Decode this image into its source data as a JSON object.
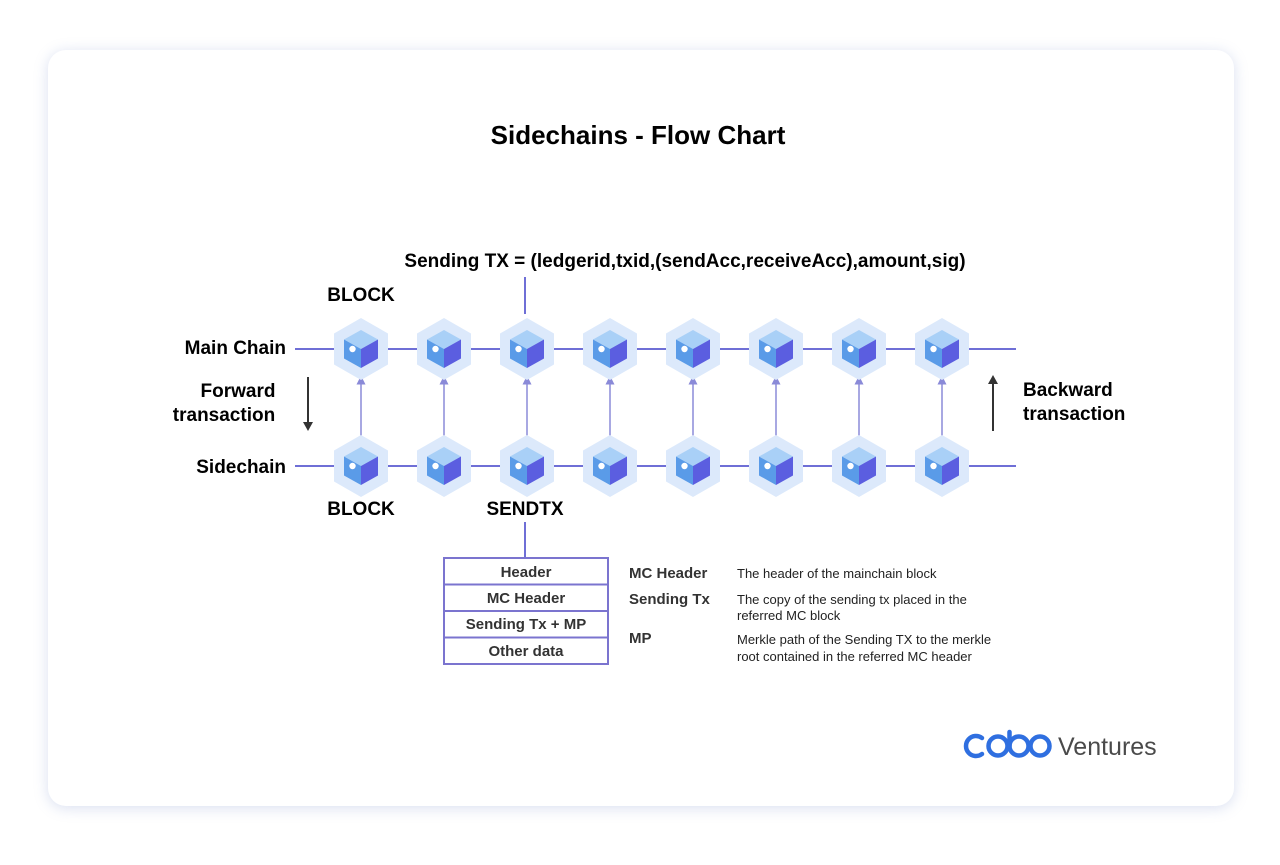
{
  "title": "Sidechains - Flow Chart",
  "sending_tx_formula": "Sending TX = (ledgerid,txid,(sendAcc,receiveAcc),amount,sig)",
  "labels": {
    "block_top": "BLOCK",
    "block_bottom": "BLOCK",
    "sendtx": "SENDTX",
    "main_chain": "Main Chain",
    "sidechain": "Sidechain",
    "forward_line1": "Forward",
    "forward_line2": "transaction",
    "backward_line1": "Backward",
    "backward_line2": "transaction"
  },
  "sidechain_block_rows": [
    "Header",
    "MC Header",
    "Sending Tx + MP",
    "Other data"
  ],
  "legend": [
    {
      "term": "MC Header",
      "desc_lines": [
        "The header of the mainchain block"
      ]
    },
    {
      "term": "Sending Tx",
      "desc_lines": [
        "The copy of the sending tx placed in the",
        "referred MC block"
      ]
    },
    {
      "term": "MP",
      "desc_lines": [
        "Merkle path of the Sending TX to the merkle",
        "root contained in the referred MC header"
      ]
    }
  ],
  "block_count_per_chain": 8,
  "brand": {
    "mark": "cobo",
    "word": "Ventures"
  },
  "colors": {
    "chain_line": "#6f6fd6",
    "cube_halo": "#dce9fb",
    "cube_top": "#9ec8f5",
    "cube_left": "#5a9be8",
    "cube_right": "#5b5ee0",
    "table_border": "#7b74cf",
    "brand_blue": "#2f6fe0"
  }
}
